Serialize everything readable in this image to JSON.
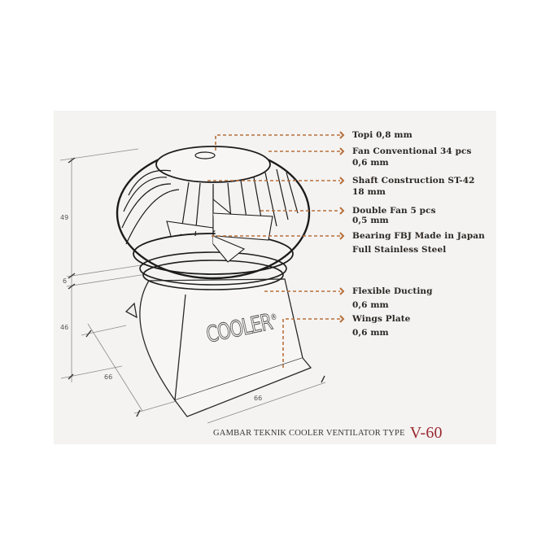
{
  "diagram": {
    "title": "GAMBAR TEKNIK COOLER VENTILATOR TYPE",
    "model": "V-60",
    "brand_label": "COOLER",
    "brand_mark": "®",
    "accent_color": "#b8703a",
    "model_color": "#9a2a30",
    "callouts": [
      {
        "label": "Topi 0,8 mm",
        "sub": ""
      },
      {
        "label": "Fan Conventional 34 pcs",
        "sub": "0,6 mm"
      },
      {
        "label": "Shaft Construction ST-42",
        "sub": "18 mm"
      },
      {
        "label": "Double Fan 5 pcs",
        "sub": "0,5 mm"
      },
      {
        "label": "Bearing FBJ Made in Japan",
        "sub": "Full Stainless Steel"
      },
      {
        "label": "Flexible Ducting",
        "sub": "0,6 mm"
      },
      {
        "label": "Wings Plate",
        "sub": "0,6 mm"
      }
    ],
    "dimensions": {
      "turbine_height": "49",
      "neck_height": "6",
      "base_height": "46",
      "base_depth": "66",
      "base_width": "66"
    }
  }
}
